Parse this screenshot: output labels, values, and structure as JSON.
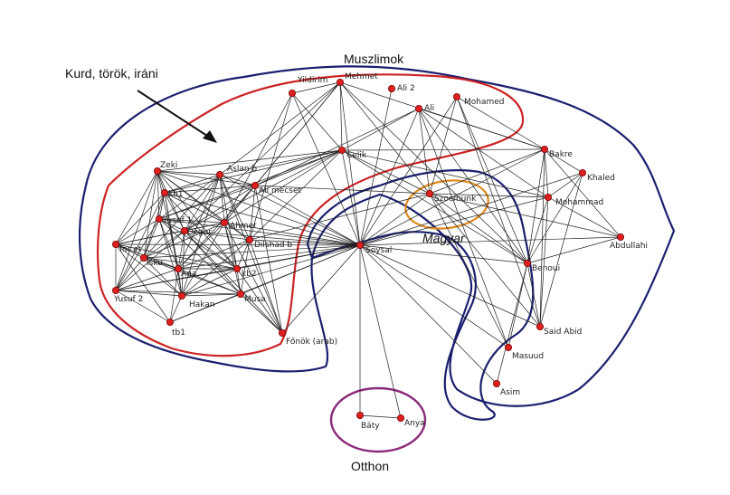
{
  "diagram": {
    "colors": {
      "edge": "#222222",
      "node_fill": "#e02020",
      "node_stroke": "#7a0000",
      "muszlimok": "#1b1f6e",
      "kurd": "#cc2222",
      "magyar": "#1b1f6e",
      "szocmunk": "#e08a1e",
      "otthon": "#8a2a7a"
    },
    "groups": {
      "muszlimok": "Muszlimok",
      "magyar": "Magyar",
      "otthon": "Otthon",
      "kurd_annotation": "Kurd, török, iráni"
    },
    "nodes": [
      {
        "id": "yildirim",
        "label": "Yildirim"
      },
      {
        "id": "mehmet",
        "label": "Mehmet"
      },
      {
        "id": "ali2",
        "label": "Ali 2"
      },
      {
        "id": "mohamed",
        "label": "Mohamed"
      },
      {
        "id": "ali",
        "label": "Ali"
      },
      {
        "id": "celik",
        "label": "Celik"
      },
      {
        "id": "bakre",
        "label": "Bakre"
      },
      {
        "id": "khaled",
        "label": "Khaled"
      },
      {
        "id": "zeki",
        "label": "Zeki"
      },
      {
        "id": "aslanb",
        "label": "Aslan b"
      },
      {
        "id": "alimecset",
        "label": "Ali mecset"
      },
      {
        "id": "kb1",
        "label": "kb1"
      },
      {
        "id": "szocmunk",
        "label": "Szocmunk"
      },
      {
        "id": "mohammad",
        "label": "Mohammad"
      },
      {
        "id": "yusuf1",
        "label": "Yusuf 1"
      },
      {
        "id": "ozgur",
        "label": "Özgur"
      },
      {
        "id": "ahmet",
        "label": "Ahmet"
      },
      {
        "id": "abdullahi",
        "label": "Abdullahi"
      },
      {
        "id": "dilshadb",
        "label": "Dilshad b"
      },
      {
        "id": "soysal",
        "label": "Soysal"
      },
      {
        "id": "foret",
        "label": "for et"
      },
      {
        "id": "isku",
        "label": "Isku"
      },
      {
        "id": "aga",
        "label": "Aga"
      },
      {
        "id": "kb2",
        "label": "kb2"
      },
      {
        "id": "benoui",
        "label": "Benoui"
      },
      {
        "id": "yusuf2",
        "label": "Yusuf 2"
      },
      {
        "id": "musa",
        "label": "Musa"
      },
      {
        "id": "hakan",
        "label": "Hakan"
      },
      {
        "id": "tb1",
        "label": "tb1"
      },
      {
        "id": "fonok",
        "label": "Főnök (arab)"
      },
      {
        "id": "saidabid",
        "label": "Said Abid"
      },
      {
        "id": "masuud",
        "label": "Masuud"
      },
      {
        "id": "asim",
        "label": "Asim"
      },
      {
        "id": "baty",
        "label": "Báty"
      },
      {
        "id": "anya",
        "label": "Anya"
      }
    ],
    "edges": [
      [
        "soysal",
        "celik"
      ],
      [
        "soysal",
        "mehmet"
      ],
      [
        "soysal",
        "yildirim"
      ],
      [
        "soysal",
        "ali2"
      ],
      [
        "soysal",
        "ali"
      ],
      [
        "soysal",
        "mohamed"
      ],
      [
        "soysal",
        "bakre"
      ],
      [
        "soysal",
        "khaled"
      ],
      [
        "soysal",
        "szocmunk"
      ],
      [
        "soysal",
        "mohammad"
      ],
      [
        "soysal",
        "abdullahi"
      ],
      [
        "soysal",
        "benoui"
      ],
      [
        "soysal",
        "saidabid"
      ],
      [
        "soysal",
        "masuud"
      ],
      [
        "soysal",
        "baty"
      ],
      [
        "soysal",
        "anya"
      ],
      [
        "soysal",
        "fonok"
      ],
      [
        "soysal",
        "dilshadb"
      ],
      [
        "soysal",
        "ahmet"
      ],
      [
        "soysal",
        "alimecset"
      ],
      [
        "soysal",
        "aslanb"
      ],
      [
        "soysal",
        "zeki"
      ],
      [
        "soysal",
        "kb2"
      ],
      [
        "soysal",
        "musa"
      ],
      [
        "soysal",
        "hakan"
      ],
      [
        "soysal",
        "aga"
      ],
      [
        "soysal",
        "ozgur"
      ],
      [
        "soysal",
        "yusuf1"
      ],
      [
        "soysal",
        "kb1"
      ],
      [
        "soysal",
        "isku"
      ],
      [
        "soysal",
        "foret"
      ],
      [
        "soysal",
        "yusuf2"
      ],
      [
        "soysal",
        "tb1"
      ],
      [
        "soysal",
        "asim"
      ],
      [
        "celik",
        "mehmet"
      ],
      [
        "celik",
        "yildirim"
      ],
      [
        "celik",
        "ali"
      ],
      [
        "celik",
        "zeki"
      ],
      [
        "celik",
        "aslanb"
      ],
      [
        "celik",
        "alimecset"
      ],
      [
        "celik",
        "kb1"
      ],
      [
        "celik",
        "yusuf1"
      ],
      [
        "celik",
        "ozgur"
      ],
      [
        "celik",
        "ahmet"
      ],
      [
        "celik",
        "bakre"
      ],
      [
        "celik",
        "szocmunk"
      ],
      [
        "celik",
        "mohammad"
      ],
      [
        "celik",
        "benoui"
      ],
      [
        "celik",
        "dilshadb"
      ],
      [
        "mehmet",
        "yildirim"
      ],
      [
        "mehmet",
        "szocmunk"
      ],
      [
        "mehmet",
        "bakre"
      ],
      [
        "mehmet",
        "benoui"
      ],
      [
        "mehmet",
        "aslanb"
      ],
      [
        "mehmet",
        "alimecset"
      ],
      [
        "mehmet",
        "ozgur"
      ],
      [
        "mehmet",
        "ahmet"
      ],
      [
        "ali",
        "benoui"
      ],
      [
        "ali",
        "bakre"
      ],
      [
        "ali",
        "mohammad"
      ],
      [
        "ali",
        "alimecset"
      ],
      [
        "ali",
        "szocmunk"
      ],
      [
        "ali",
        "masuud"
      ],
      [
        "mohamed",
        "bakre"
      ],
      [
        "mohamed",
        "benoui"
      ],
      [
        "mohamed",
        "szocmunk"
      ],
      [
        "mohamed",
        "saidabid"
      ],
      [
        "yildirim",
        "ahmet"
      ],
      [
        "yildirim",
        "dilshadb"
      ],
      [
        "bakre",
        "khaled"
      ],
      [
        "bakre",
        "mohammad"
      ],
      [
        "bakre",
        "benoui"
      ],
      [
        "bakre",
        "szocmunk"
      ],
      [
        "bakre",
        "saidabid"
      ],
      [
        "bakre",
        "abdullahi"
      ],
      [
        "khaled",
        "mohammad"
      ],
      [
        "khaled",
        "benoui"
      ],
      [
        "khaled",
        "saidabid"
      ],
      [
        "szocmunk",
        "mohammad"
      ],
      [
        "szocmunk",
        "benoui"
      ],
      [
        "szocmunk",
        "abdullahi"
      ],
      [
        "szocmunk",
        "masuud"
      ],
      [
        "szocmunk",
        "saidabid"
      ],
      [
        "szocmunk",
        "alimecset"
      ],
      [
        "szocmunk",
        "dilshadb"
      ],
      [
        "mohammad",
        "benoui"
      ],
      [
        "mohammad",
        "abdullahi"
      ],
      [
        "mohammad",
        "saidabid"
      ],
      [
        "abdullahi",
        "benoui"
      ],
      [
        "benoui",
        "saidabid"
      ],
      [
        "benoui",
        "masuud"
      ],
      [
        "benoui",
        "asim"
      ],
      [
        "baty",
        "anya"
      ],
      [
        "fonok",
        "dilshadb"
      ],
      [
        "fonok",
        "alimecset"
      ],
      [
        "fonok",
        "ahmet"
      ],
      [
        "fonok",
        "musa"
      ],
      [
        "fonok",
        "kb2"
      ],
      [
        "fonok",
        "aslanb"
      ],
      [
        "fonok",
        "ozgur"
      ],
      [
        "zeki",
        "aslanb"
      ],
      [
        "zeki",
        "kb1"
      ],
      [
        "zeki",
        "yusuf1"
      ],
      [
        "zeki",
        "ozgur"
      ],
      [
        "zeki",
        "ahmet"
      ],
      [
        "zeki",
        "foret"
      ],
      [
        "zeki",
        "aga"
      ],
      [
        "zeki",
        "isku"
      ],
      [
        "zeki",
        "yusuf2"
      ],
      [
        "zeki",
        "kb2"
      ],
      [
        "zeki",
        "dilshadb"
      ],
      [
        "zeki",
        "alimecset"
      ],
      [
        "aslanb",
        "alimecset"
      ],
      [
        "aslanb",
        "kb1"
      ],
      [
        "aslanb",
        "yusuf1"
      ],
      [
        "aslanb",
        "ozgur"
      ],
      [
        "aslanb",
        "ahmet"
      ],
      [
        "aslanb",
        "aga"
      ],
      [
        "aslanb",
        "kb2"
      ],
      [
        "aslanb",
        "dilshadb"
      ],
      [
        "aslanb",
        "isku"
      ],
      [
        "aslanb",
        "hakan"
      ],
      [
        "alimecset",
        "kb1"
      ],
      [
        "alimecset",
        "ozgur"
      ],
      [
        "alimecset",
        "ahmet"
      ],
      [
        "alimecset",
        "dilshadb"
      ],
      [
        "alimecset",
        "aga"
      ],
      [
        "alimecset",
        "yusuf1"
      ],
      [
        "kb1",
        "yusuf1"
      ],
      [
        "kb1",
        "ozgur"
      ],
      [
        "kb1",
        "ahmet"
      ],
      [
        "kb1",
        "foret"
      ],
      [
        "kb1",
        "isku"
      ],
      [
        "kb1",
        "aga"
      ],
      [
        "kb1",
        "kb2"
      ],
      [
        "kb1",
        "yusuf2"
      ],
      [
        "kb1",
        "hakan"
      ],
      [
        "yusuf1",
        "ozgur"
      ],
      [
        "yusuf1",
        "ahmet"
      ],
      [
        "yusuf1",
        "foret"
      ],
      [
        "yusuf1",
        "isku"
      ],
      [
        "yusuf1",
        "aga"
      ],
      [
        "yusuf1",
        "kb2"
      ],
      [
        "yusuf1",
        "yusuf2"
      ],
      [
        "yusuf1",
        "hakan"
      ],
      [
        "yusuf1",
        "musa"
      ],
      [
        "ozgur",
        "ahmet"
      ],
      [
        "ozgur",
        "foret"
      ],
      [
        "ozgur",
        "isku"
      ],
      [
        "ozgur",
        "aga"
      ],
      [
        "ozgur",
        "kb2"
      ],
      [
        "ozgur",
        "hakan"
      ],
      [
        "ozgur",
        "dilshadb"
      ],
      [
        "ozgur",
        "yusuf2"
      ],
      [
        "ozgur",
        "musa"
      ],
      [
        "ahmet",
        "dilshadb"
      ],
      [
        "ahmet",
        "aga"
      ],
      [
        "ahmet",
        "kb2"
      ],
      [
        "ahmet",
        "isku"
      ],
      [
        "ahmet",
        "hakan"
      ],
      [
        "ahmet",
        "musa"
      ],
      [
        "ahmet",
        "foret"
      ],
      [
        "dilshadb",
        "kb2"
      ],
      [
        "dilshadb",
        "aga"
      ],
      [
        "dilshadb",
        "musa"
      ],
      [
        "dilshadb",
        "hakan"
      ],
      [
        "foret",
        "isku"
      ],
      [
        "foret",
        "aga"
      ],
      [
        "foret",
        "yusuf2"
      ],
      [
        "foret",
        "hakan"
      ],
      [
        "foret",
        "tb1"
      ],
      [
        "foret",
        "kb2"
      ],
      [
        "isku",
        "aga"
      ],
      [
        "isku",
        "yusuf2"
      ],
      [
        "isku",
        "hakan"
      ],
      [
        "isku",
        "kb2"
      ],
      [
        "isku",
        "musa"
      ],
      [
        "aga",
        "kb2"
      ],
      [
        "aga",
        "yusuf2"
      ],
      [
        "aga",
        "hakan"
      ],
      [
        "aga",
        "musa"
      ],
      [
        "aga",
        "tb1"
      ],
      [
        "kb2",
        "musa"
      ],
      [
        "kb2",
        "hakan"
      ],
      [
        "kb2",
        "yusuf2"
      ],
      [
        "yusuf2",
        "hakan"
      ],
      [
        "yusuf2",
        "musa"
      ],
      [
        "yusuf2",
        "tb1"
      ],
      [
        "hakan",
        "musa"
      ],
      [
        "hakan",
        "tb1"
      ],
      [
        "musa",
        "fonok"
      ],
      [
        "musa",
        "tb1"
      ]
    ]
  }
}
